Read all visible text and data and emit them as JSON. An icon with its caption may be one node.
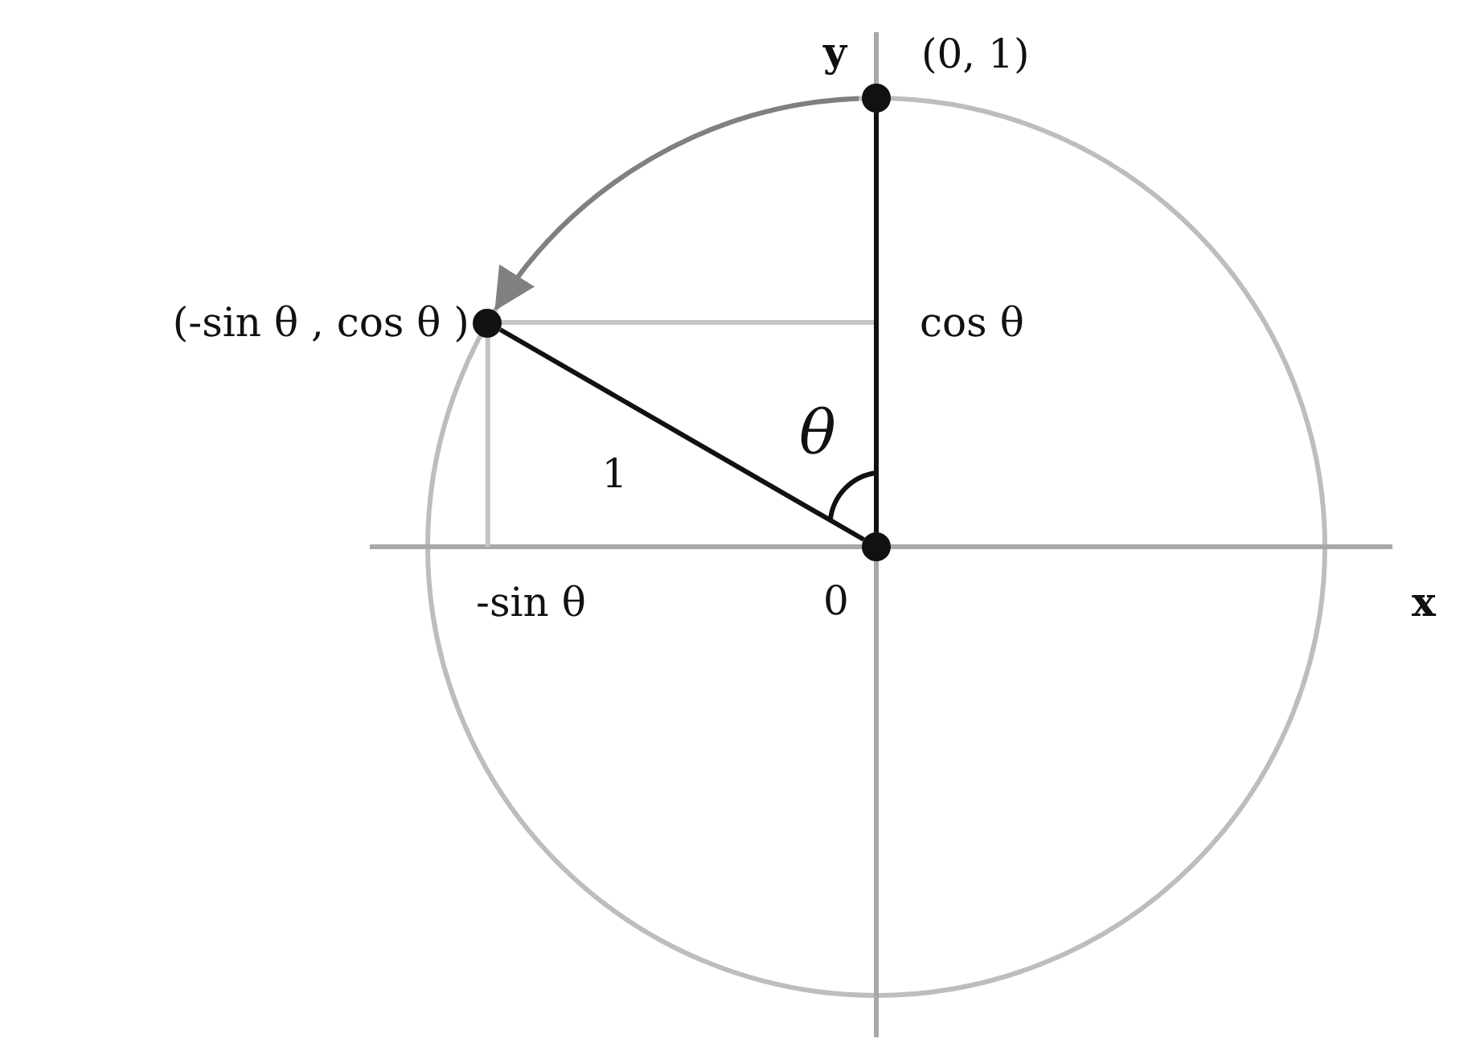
{
  "diagram": {
    "nodes": [
      {
        "text": [],
        "shape": "circle",
        "beside": [
          "(0, 1)"
        ]
      },
      {
        "text": [],
        "shape": "circle",
        "beside": [
          "(-sin θ , cos θ )"
        ]
      },
      {
        "text": [],
        "shape": "circle",
        "beside": [
          "0"
        ]
      }
    ],
    "edges": [
      {
        "from": 2,
        "to": 0,
        "arrow": "none"
      },
      {
        "from": 2,
        "to": 1,
        "arrow": "none",
        "label": "1"
      },
      {
        "from": 0,
        "to": 1,
        "arrow": "to",
        "color": "#808080"
      }
    ],
    "labels": [
      "y",
      "cos θ",
      "θ",
      "-sin θ",
      "x"
    ]
  }
}
